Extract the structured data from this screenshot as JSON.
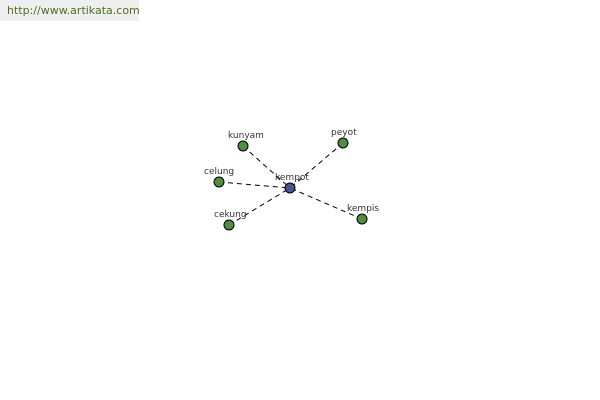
{
  "header": {
    "url": "http://www.artikata.com"
  },
  "diagram": {
    "center": {
      "id": "kempot",
      "label": "kempot",
      "color": "#4a5598"
    },
    "leaves": [
      {
        "id": "kunyam",
        "label": "kunyam",
        "color": "#4f8f3f"
      },
      {
        "id": "peyot",
        "label": "peyot",
        "color": "#4f8f3f"
      },
      {
        "id": "celung",
        "label": "celung",
        "color": "#4f8f3f"
      },
      {
        "id": "cekung",
        "label": "cekung",
        "color": "#4f8f3f"
      },
      {
        "id": "kempis",
        "label": "kempis",
        "color": "#4f8f3f"
      }
    ],
    "edge_style": "dashed"
  }
}
